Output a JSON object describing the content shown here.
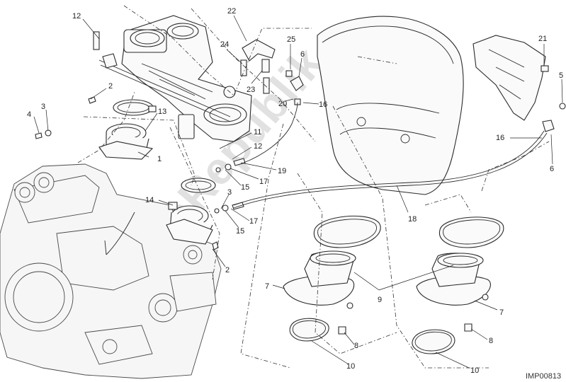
{
  "diagram_code": "IMP00813",
  "watermark": "PartsRepublik",
  "callouts": [
    "12",
    "22",
    "25",
    "24",
    "6",
    "21",
    "5",
    "2",
    "23",
    "20",
    "16",
    "16",
    "13",
    "4",
    "3",
    "1",
    "11",
    "12",
    "19",
    "15",
    "17",
    "14",
    "3",
    "15",
    "17",
    "18",
    "6",
    "2",
    "9",
    "7",
    "7",
    "8",
    "10",
    "10",
    "8"
  ]
}
